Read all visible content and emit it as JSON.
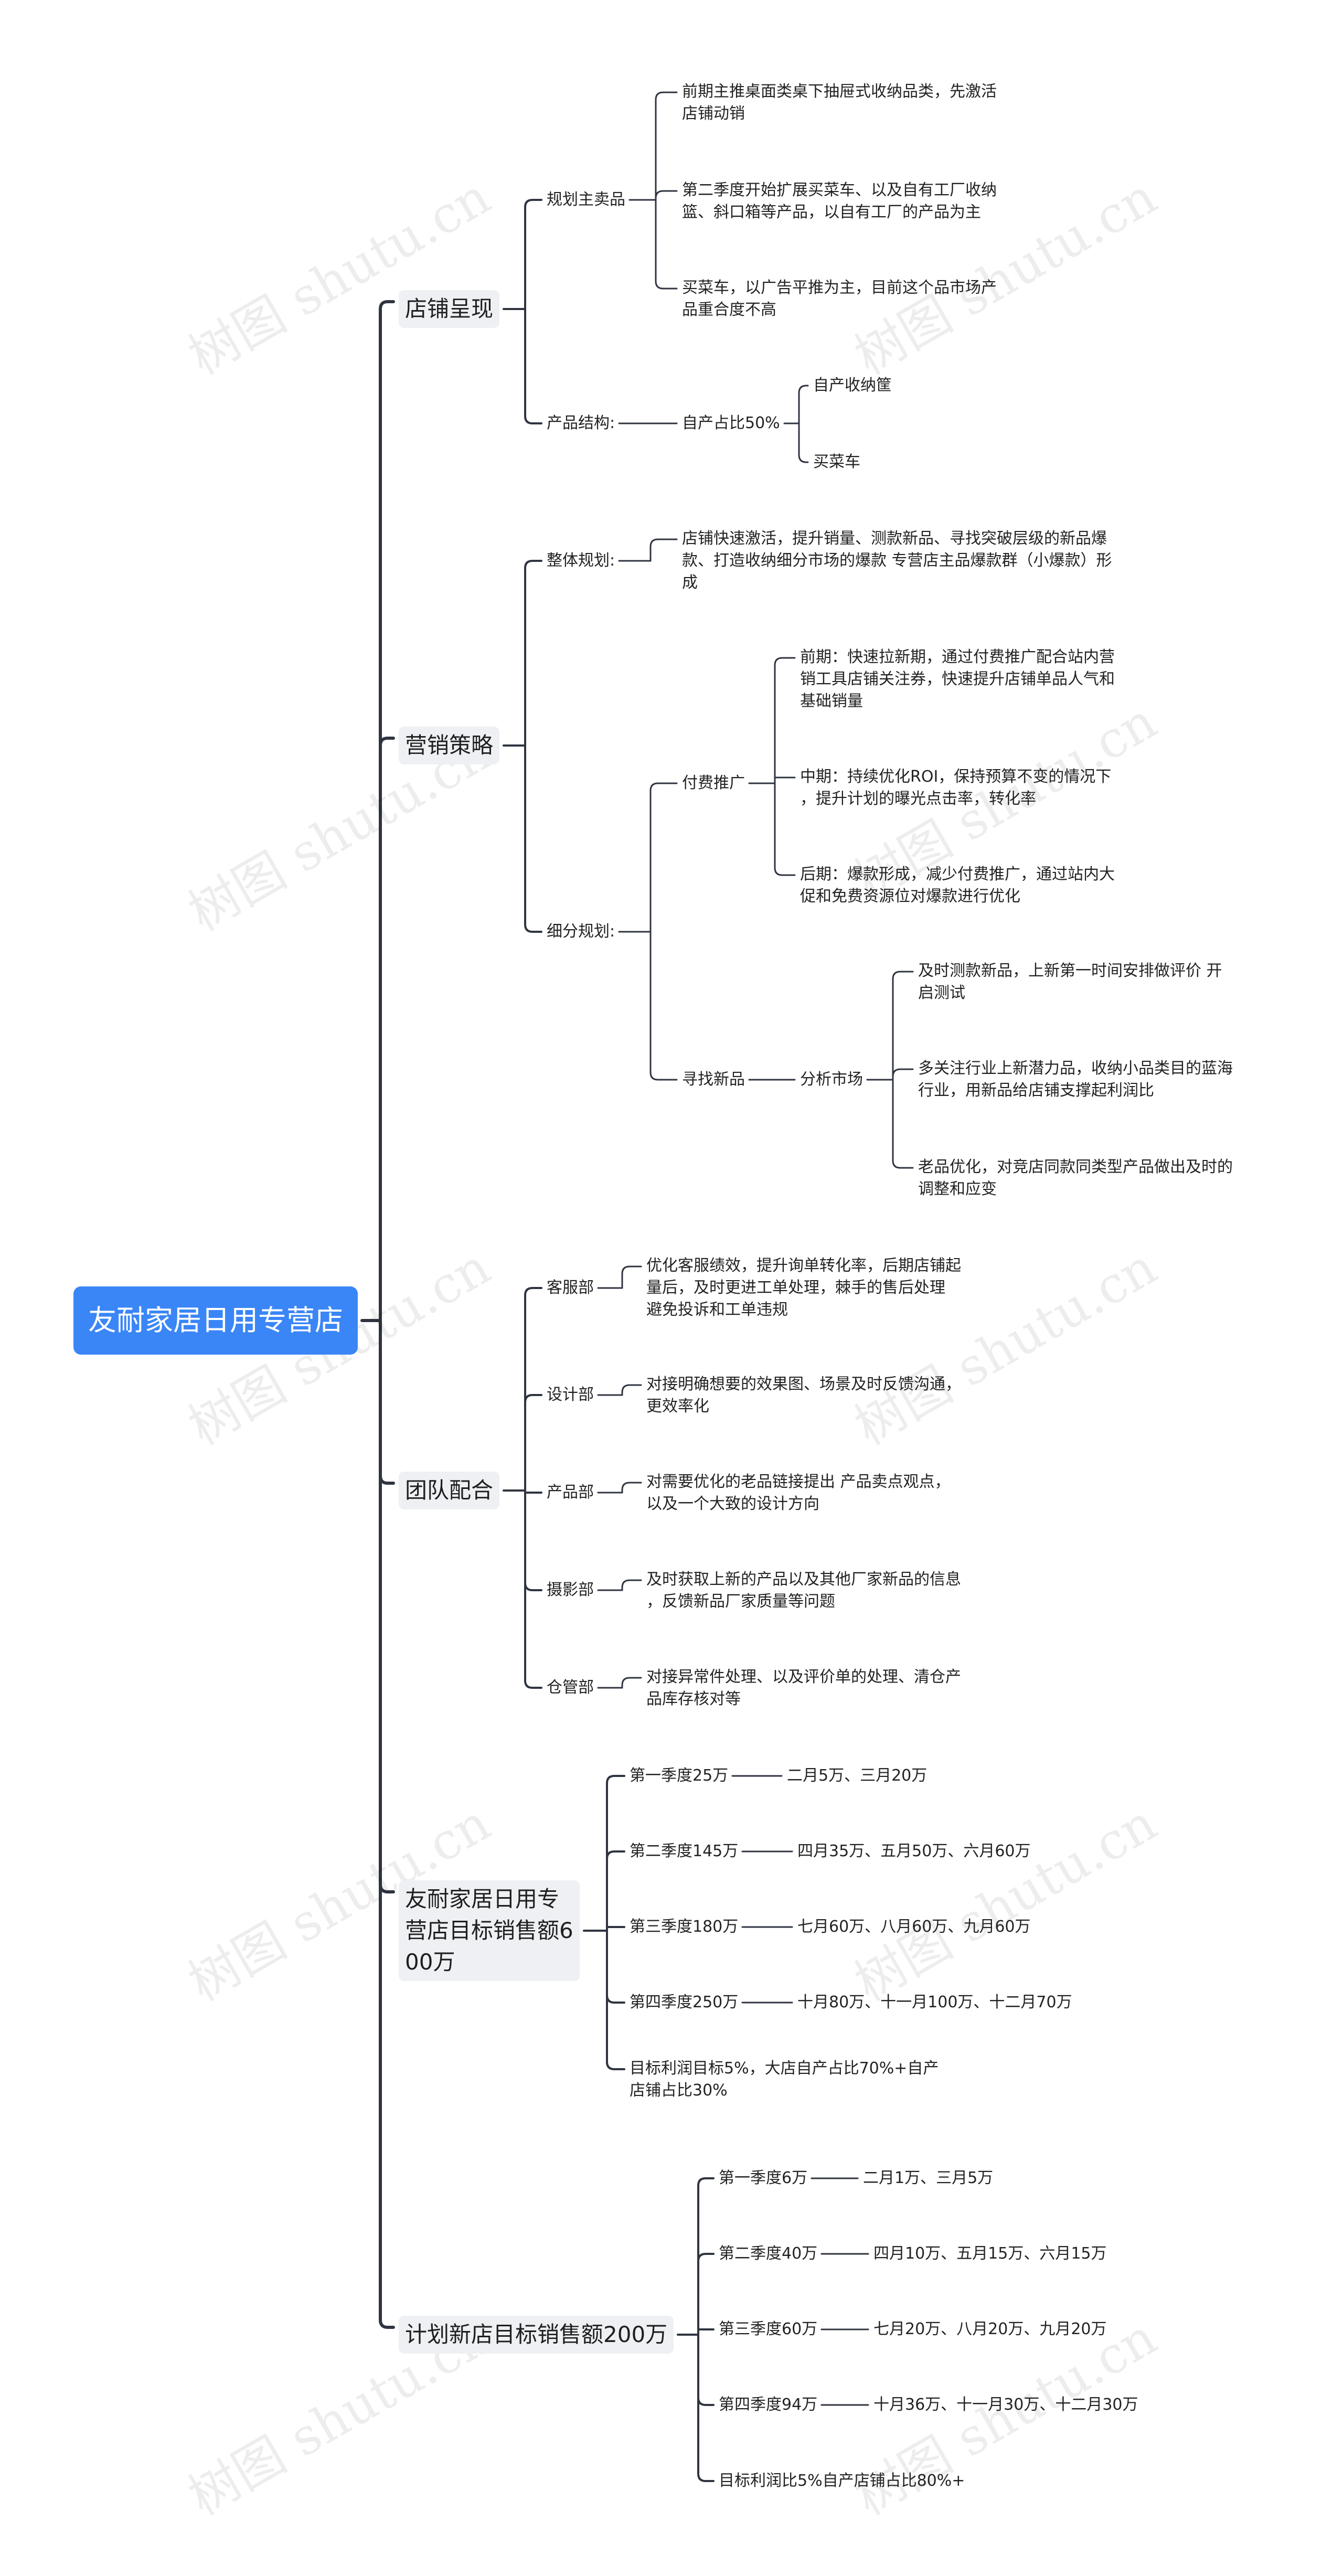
{
  "watermark": "树图 shutu.cn",
  "colors": {
    "root_bg": "#3a86f7",
    "branch_bg": "#eef0f3",
    "line": "#2f3440"
  },
  "tree": {
    "label": "友耐家居日用专营店",
    "children": [
      {
        "label": "店铺呈现",
        "children": [
          {
            "label": "规划主卖品",
            "children": [
              {
                "label": "前期主推桌面类桌下抽屉式收纳品类，先激活\n店铺动销"
              },
              {
                "label": "第二季度开始扩展买菜车、以及自有工厂收纳\n篮、斜口箱等产品，以自有工厂的产品为主"
              },
              {
                "label": "买菜车，以广告平推为主，目前这个品市场产\n品重合度不高"
              }
            ]
          },
          {
            "label": "产品结构:",
            "children": [
              {
                "label": "自产占比50%",
                "children": [
                  {
                    "label": "自产收纳筐"
                  },
                  {
                    "label": "买菜车"
                  }
                ]
              }
            ]
          }
        ]
      },
      {
        "label": "营销策略",
        "children": [
          {
            "label": "整体规划:",
            "children": [
              {
                "label": "店铺快速激活，提升销量、测款新品、寻找突破层级的新品爆\n款、打造收纳细分市场的爆款 专营店主品爆款群（小爆款）形\n成"
              }
            ]
          },
          {
            "label": "细分规划:",
            "children": [
              {
                "label": "付费推广",
                "children": [
                  {
                    "label": "前期：快速拉新期，通过付费推广配合站内营\n销工具店铺关注券，快速提升店铺单品人气和\n基础销量"
                  },
                  {
                    "label": "中期：持续优化ROI，保持预算不变的情况下\n，提升计划的曝光点击率，转化率"
                  },
                  {
                    "label": "后期：爆款形成，减少付费推广，通过站内大\n促和免费资源位对爆款进行优化"
                  }
                ]
              },
              {
                "label": "寻找新品",
                "children": [
                  {
                    "label": "分析市场",
                    "children": [
                      {
                        "label": "及时测款新品，上新第一时间安排做评价 开\n启测试"
                      },
                      {
                        "label": "多关注行业上新潜力品，收纳小品类目的蓝海\n行业，用新品给店铺支撑起利润比"
                      },
                      {
                        "label": "老品优化，对竞店同款同类型产品做出及时的\n调整和应变"
                      }
                    ]
                  }
                ]
              }
            ]
          }
        ]
      },
      {
        "label": "团队配合",
        "children": [
          {
            "label": "客服部",
            "children": [
              {
                "label": "优化客服绩效，提升询单转化率，后期店铺起\n量后，及时更进工单处理，棘手的售后处理\n避免投诉和工单违规"
              }
            ]
          },
          {
            "label": "设计部",
            "children": [
              {
                "label": "对接明确想要的效果图、场景及时反馈沟通，\n更效率化"
              }
            ]
          },
          {
            "label": "产品部",
            "children": [
              {
                "label": "对需要优化的老品链接提出 产品卖点观点，\n以及一个大致的设计方向"
              }
            ]
          },
          {
            "label": "摄影部",
            "children": [
              {
                "label": "及时获取上新的产品以及其他厂家新品的信息\n，反馈新品厂家质量等问题"
              }
            ]
          },
          {
            "label": "仓管部",
            "children": [
              {
                "label": "对接异常件处理、以及评价单的处理、清仓产\n品库存核对等"
              }
            ]
          }
        ]
      },
      {
        "label": "友耐家居日用专\n营店目标销售额6\n00万",
        "children": [
          {
            "label": "第一季度25万",
            "children": [
              {
                "label": "二月5万、三月20万"
              }
            ]
          },
          {
            "label": "第二季度145万",
            "children": [
              {
                "label": "四月35万、五月50万、六月60万"
              }
            ]
          },
          {
            "label": "第三季度180万",
            "children": [
              {
                "label": "七月60万、八月60万、九月60万"
              }
            ]
          },
          {
            "label": "第四季度250万",
            "children": [
              {
                "label": "十月80万、十一月100万、十二月70万"
              }
            ]
          },
          {
            "label": "目标利润目标5%，大店自产占比70%+自产\n店铺占比30%"
          }
        ]
      },
      {
        "label": "计划新店目标销售额200万",
        "children": [
          {
            "label": "第一季度6万",
            "children": [
              {
                "label": "二月1万、三月5万"
              }
            ]
          },
          {
            "label": "第二季度40万",
            "children": [
              {
                "label": "四月10万、五月15万、六月15万"
              }
            ]
          },
          {
            "label": "第三季度60万",
            "children": [
              {
                "label": "七月20万、八月20万、九月20万"
              }
            ]
          },
          {
            "label": "第四季度94万",
            "children": [
              {
                "label": "十月36万、十一月30万、十二月30万"
              }
            ]
          },
          {
            "label": "目标利润比5%自产店铺占比80%+"
          }
        ]
      }
    ]
  }
}
